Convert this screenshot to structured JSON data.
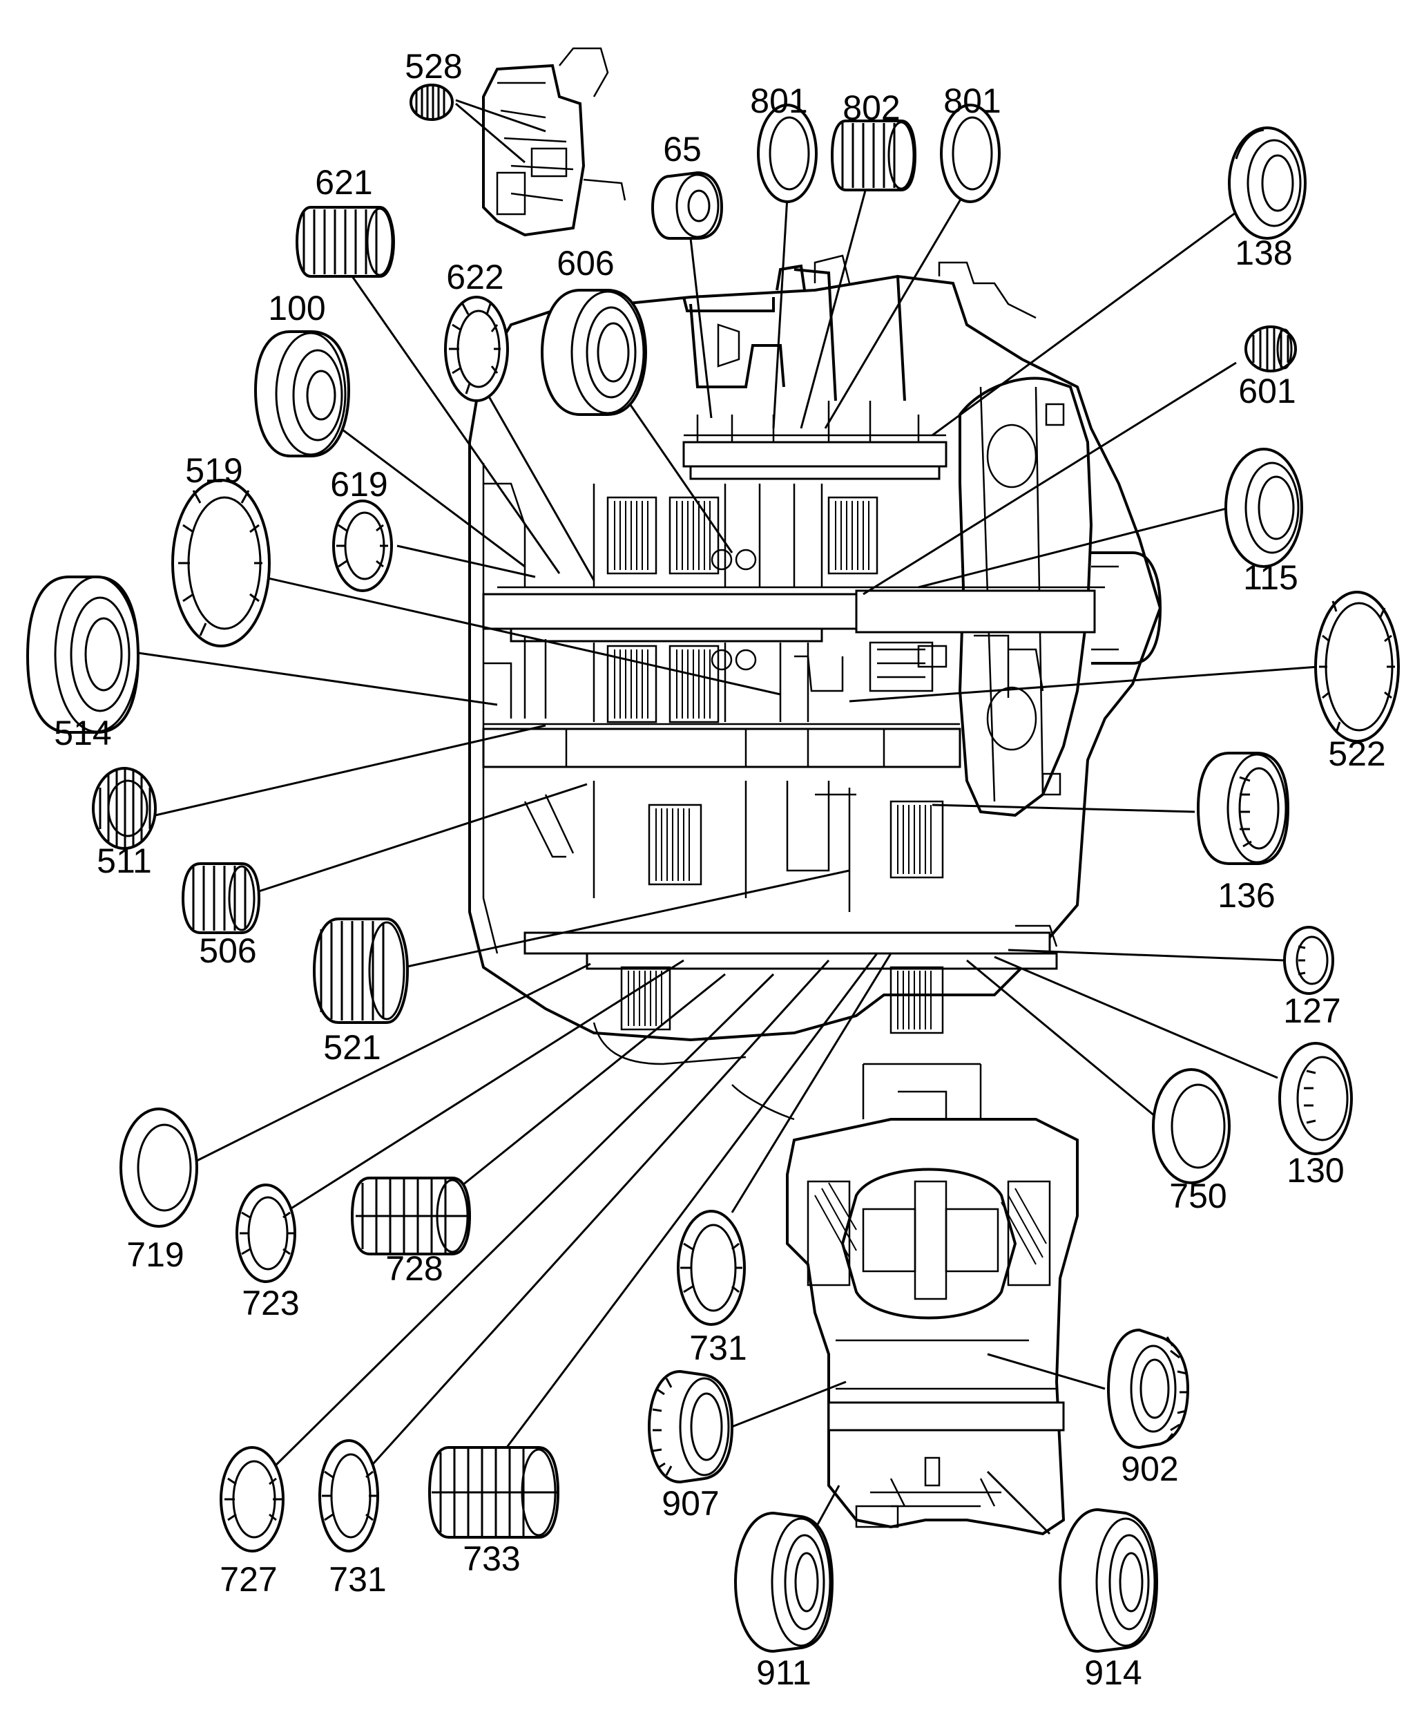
{
  "callouts": [
    {
      "id": "c528",
      "label": "528"
    },
    {
      "id": "c801a",
      "label": "801"
    },
    {
      "id": "c802",
      "label": "802"
    },
    {
      "id": "c801b",
      "label": "801"
    },
    {
      "id": "c65",
      "label": "65"
    },
    {
      "id": "c621",
      "label": "621"
    },
    {
      "id": "c138",
      "label": "138"
    },
    {
      "id": "c622",
      "label": "622"
    },
    {
      "id": "c606",
      "label": "606"
    },
    {
      "id": "c100",
      "label": "100"
    },
    {
      "id": "c601",
      "label": "601"
    },
    {
      "id": "c519",
      "label": "519"
    },
    {
      "id": "c619",
      "label": "619"
    },
    {
      "id": "c115",
      "label": "115"
    },
    {
      "id": "c514",
      "label": "514"
    },
    {
      "id": "c522",
      "label": "522"
    },
    {
      "id": "c511",
      "label": "511"
    },
    {
      "id": "c136",
      "label": "136"
    },
    {
      "id": "c506",
      "label": "506"
    },
    {
      "id": "c127",
      "label": "127"
    },
    {
      "id": "c521",
      "label": "521"
    },
    {
      "id": "c130",
      "label": "130"
    },
    {
      "id": "c750",
      "label": "750"
    },
    {
      "id": "c719",
      "label": "719"
    },
    {
      "id": "c723",
      "label": "723"
    },
    {
      "id": "c728",
      "label": "728"
    },
    {
      "id": "c731a",
      "label": "731"
    },
    {
      "id": "c907",
      "label": "907"
    },
    {
      "id": "c902",
      "label": "902"
    },
    {
      "id": "c727",
      "label": "727"
    },
    {
      "id": "c731b",
      "label": "731"
    },
    {
      "id": "c733",
      "label": "733"
    },
    {
      "id": "c911",
      "label": "911"
    },
    {
      "id": "c914",
      "label": "914"
    }
  ],
  "parts": [
    {
      "id": "p528",
      "type": "needle-bearing"
    },
    {
      "id": "p801a",
      "type": "thrust-washer"
    },
    {
      "id": "p802",
      "type": "needle-bearing"
    },
    {
      "id": "p801b",
      "type": "thrust-washer"
    },
    {
      "id": "p65",
      "type": "ball-bearing"
    },
    {
      "id": "p621",
      "type": "needle-bearing"
    },
    {
      "id": "p138",
      "type": "ball-bearing"
    },
    {
      "id": "p622",
      "type": "thrust-bearing"
    },
    {
      "id": "p606",
      "type": "ball-bearing"
    },
    {
      "id": "p100",
      "type": "ball-bearing"
    },
    {
      "id": "p601",
      "type": "needle-bearing"
    },
    {
      "id": "p519",
      "type": "thrust-bearing"
    },
    {
      "id": "p619",
      "type": "thrust-bearing"
    },
    {
      "id": "p115",
      "type": "ball-bearing"
    },
    {
      "id": "p514",
      "type": "ball-bearing"
    },
    {
      "id": "p522",
      "type": "thrust-bearing"
    },
    {
      "id": "p511",
      "type": "needle-bearing"
    },
    {
      "id": "p136",
      "type": "roller-bearing"
    },
    {
      "id": "p506",
      "type": "needle-bearing"
    },
    {
      "id": "p127",
      "type": "roller-bearing"
    },
    {
      "id": "p521",
      "type": "needle-bearing"
    },
    {
      "id": "p130",
      "type": "roller-bearing"
    },
    {
      "id": "p750",
      "type": "thrust-washer"
    },
    {
      "id": "p719",
      "type": "thrust-washer"
    },
    {
      "id": "p723",
      "type": "thrust-bearing"
    },
    {
      "id": "p728",
      "type": "needle-bearing"
    },
    {
      "id": "p731a",
      "type": "thrust-bearing"
    },
    {
      "id": "p907",
      "type": "tapered-bearing"
    },
    {
      "id": "p902",
      "type": "tapered-bearing"
    },
    {
      "id": "p727",
      "type": "thrust-bearing"
    },
    {
      "id": "p731b",
      "type": "thrust-bearing"
    },
    {
      "id": "p733",
      "type": "needle-bearing"
    },
    {
      "id": "p911",
      "type": "ball-bearing"
    },
    {
      "id": "p914",
      "type": "ball-bearing"
    }
  ]
}
